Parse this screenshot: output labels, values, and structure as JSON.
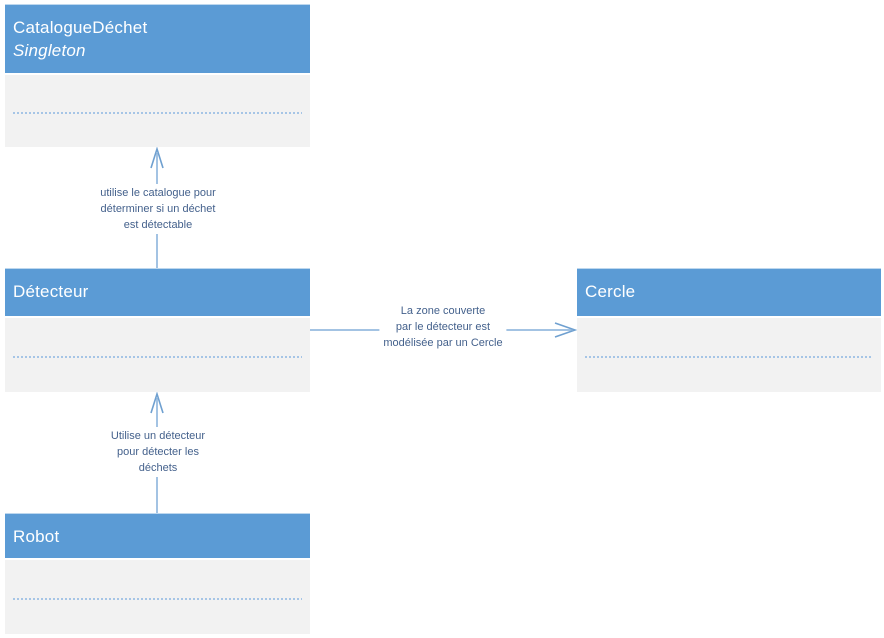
{
  "diagram": {
    "type": "uml-class-diagram",
    "colors": {
      "class_header_fill": "#5B9BD5",
      "class_header_highlight": "#BDD7EE",
      "class_body_fill": "#F2F2F2",
      "divider_dash": "#A6C5E6",
      "connector_line": "#A3C3E3",
      "arrowhead_stroke": "#6FA0D0",
      "label_text": "#44618C",
      "title_text": "#FFFFFF"
    },
    "classes": {
      "catalogue": {
        "title": "CatalogueDéchet",
        "stereotype": "Singleton"
      },
      "detecteur": {
        "title": "Détecteur"
      },
      "cercle": {
        "title": "Cercle"
      },
      "robot": {
        "title": "Robot"
      }
    },
    "connectors": {
      "detecteur_to_catalogue": {
        "from": "Détecteur",
        "to": "CatalogueDéchet",
        "direction": "up",
        "label_lines": [
          "utilise le catalogue pour",
          "déterminer si un déchet",
          "est détectable"
        ]
      },
      "detecteur_to_cercle": {
        "from": "Détecteur",
        "to": "Cercle",
        "direction": "right",
        "label_lines": [
          "La zone couverte",
          "par le détecteur est",
          "modélisée par un Cercle"
        ]
      },
      "robot_to_detecteur": {
        "from": "Robot",
        "to": "Détecteur",
        "direction": "up",
        "label_lines": [
          "Utilise un détecteur",
          "pour détecter les",
          "déchets"
        ]
      }
    }
  }
}
